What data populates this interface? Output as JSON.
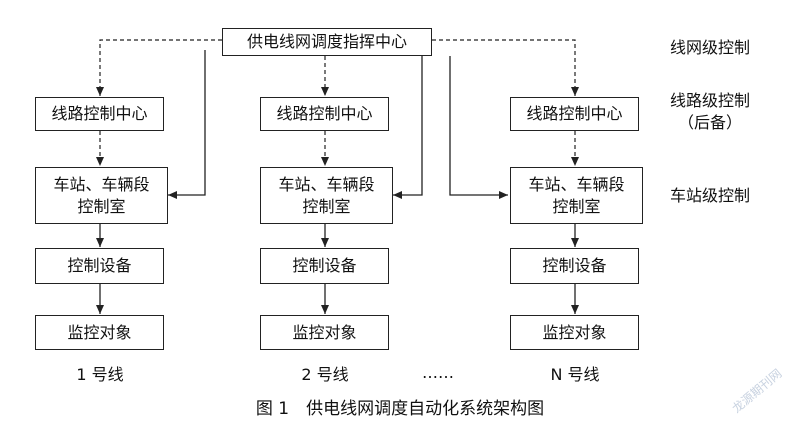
{
  "center": {
    "label": "供电线网调度指挥中心"
  },
  "levels": {
    "network": "线网级控制",
    "line": "线路级控制\n（后备）",
    "station": "车站级控制"
  },
  "columns": [
    {
      "line_control": "线路控制中心",
      "station_control": "车站、车辆段\n控制室",
      "device": "控制设备",
      "object": "监控对象",
      "line_label": "1 号线"
    },
    {
      "line_control": "线路控制中心",
      "station_control": "车站、车辆段\n控制室",
      "device": "控制设备",
      "object": "监控对象",
      "line_label": "2 号线"
    },
    {
      "line_control": "线路控制中心",
      "station_control": "车站、车辆段\n控制室",
      "device": "控制设备",
      "object": "监控对象",
      "line_label": "N 号线"
    }
  ],
  "ellipsis": "……",
  "caption": "图 1　供电线网调度自动化系统架构图",
  "watermark": "龙源期刊网",
  "colors": {
    "line": "#222222",
    "watermark": "#c8d2e0"
  }
}
